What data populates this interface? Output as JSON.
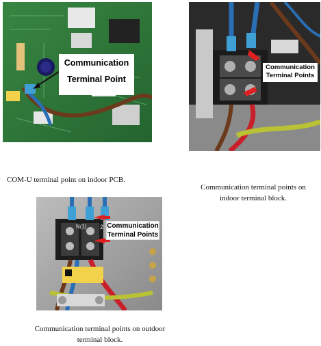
{
  "photo1": {
    "label_line1": "Communication",
    "label_line2": "Terminal Point",
    "caption": "COM-U terminal point on indoor PCB."
  },
  "photo2": {
    "label_line1": "Communication",
    "label_line2": "Terminal Points",
    "caption": "Communication terminal points on indoor terminal block."
  },
  "photo3": {
    "label_line1": "Communication",
    "label_line2": "Terminal Points",
    "terminal_mark_1": "N(1)",
    "terminal_mark_2": "2",
    "caption": "Communication terminal points on outdoor terminal block."
  },
  "colors": {
    "arrow": "#e02020",
    "pcb_green": "#2f7a3a",
    "wire_blue": "#2a6fb5",
    "wire_red": "#c8202a",
    "wire_brown": "#6b3a1c",
    "wire_yellow_green": "#b8c234"
  }
}
